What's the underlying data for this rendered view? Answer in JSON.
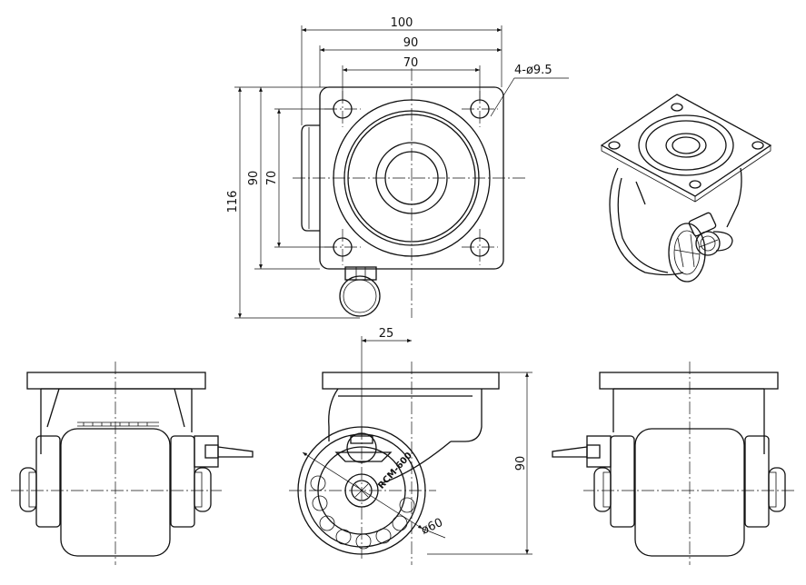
{
  "dimensions": {
    "width_100": "100",
    "width_90": "90",
    "width_70": "70",
    "holes": "4-ø9.5",
    "height_116": "116",
    "height_90": "90",
    "height_70": "70",
    "offset_25": "25",
    "overall_height_90": "90",
    "wheel_diameter": "ø60"
  },
  "model_label": "RCM-600"
}
